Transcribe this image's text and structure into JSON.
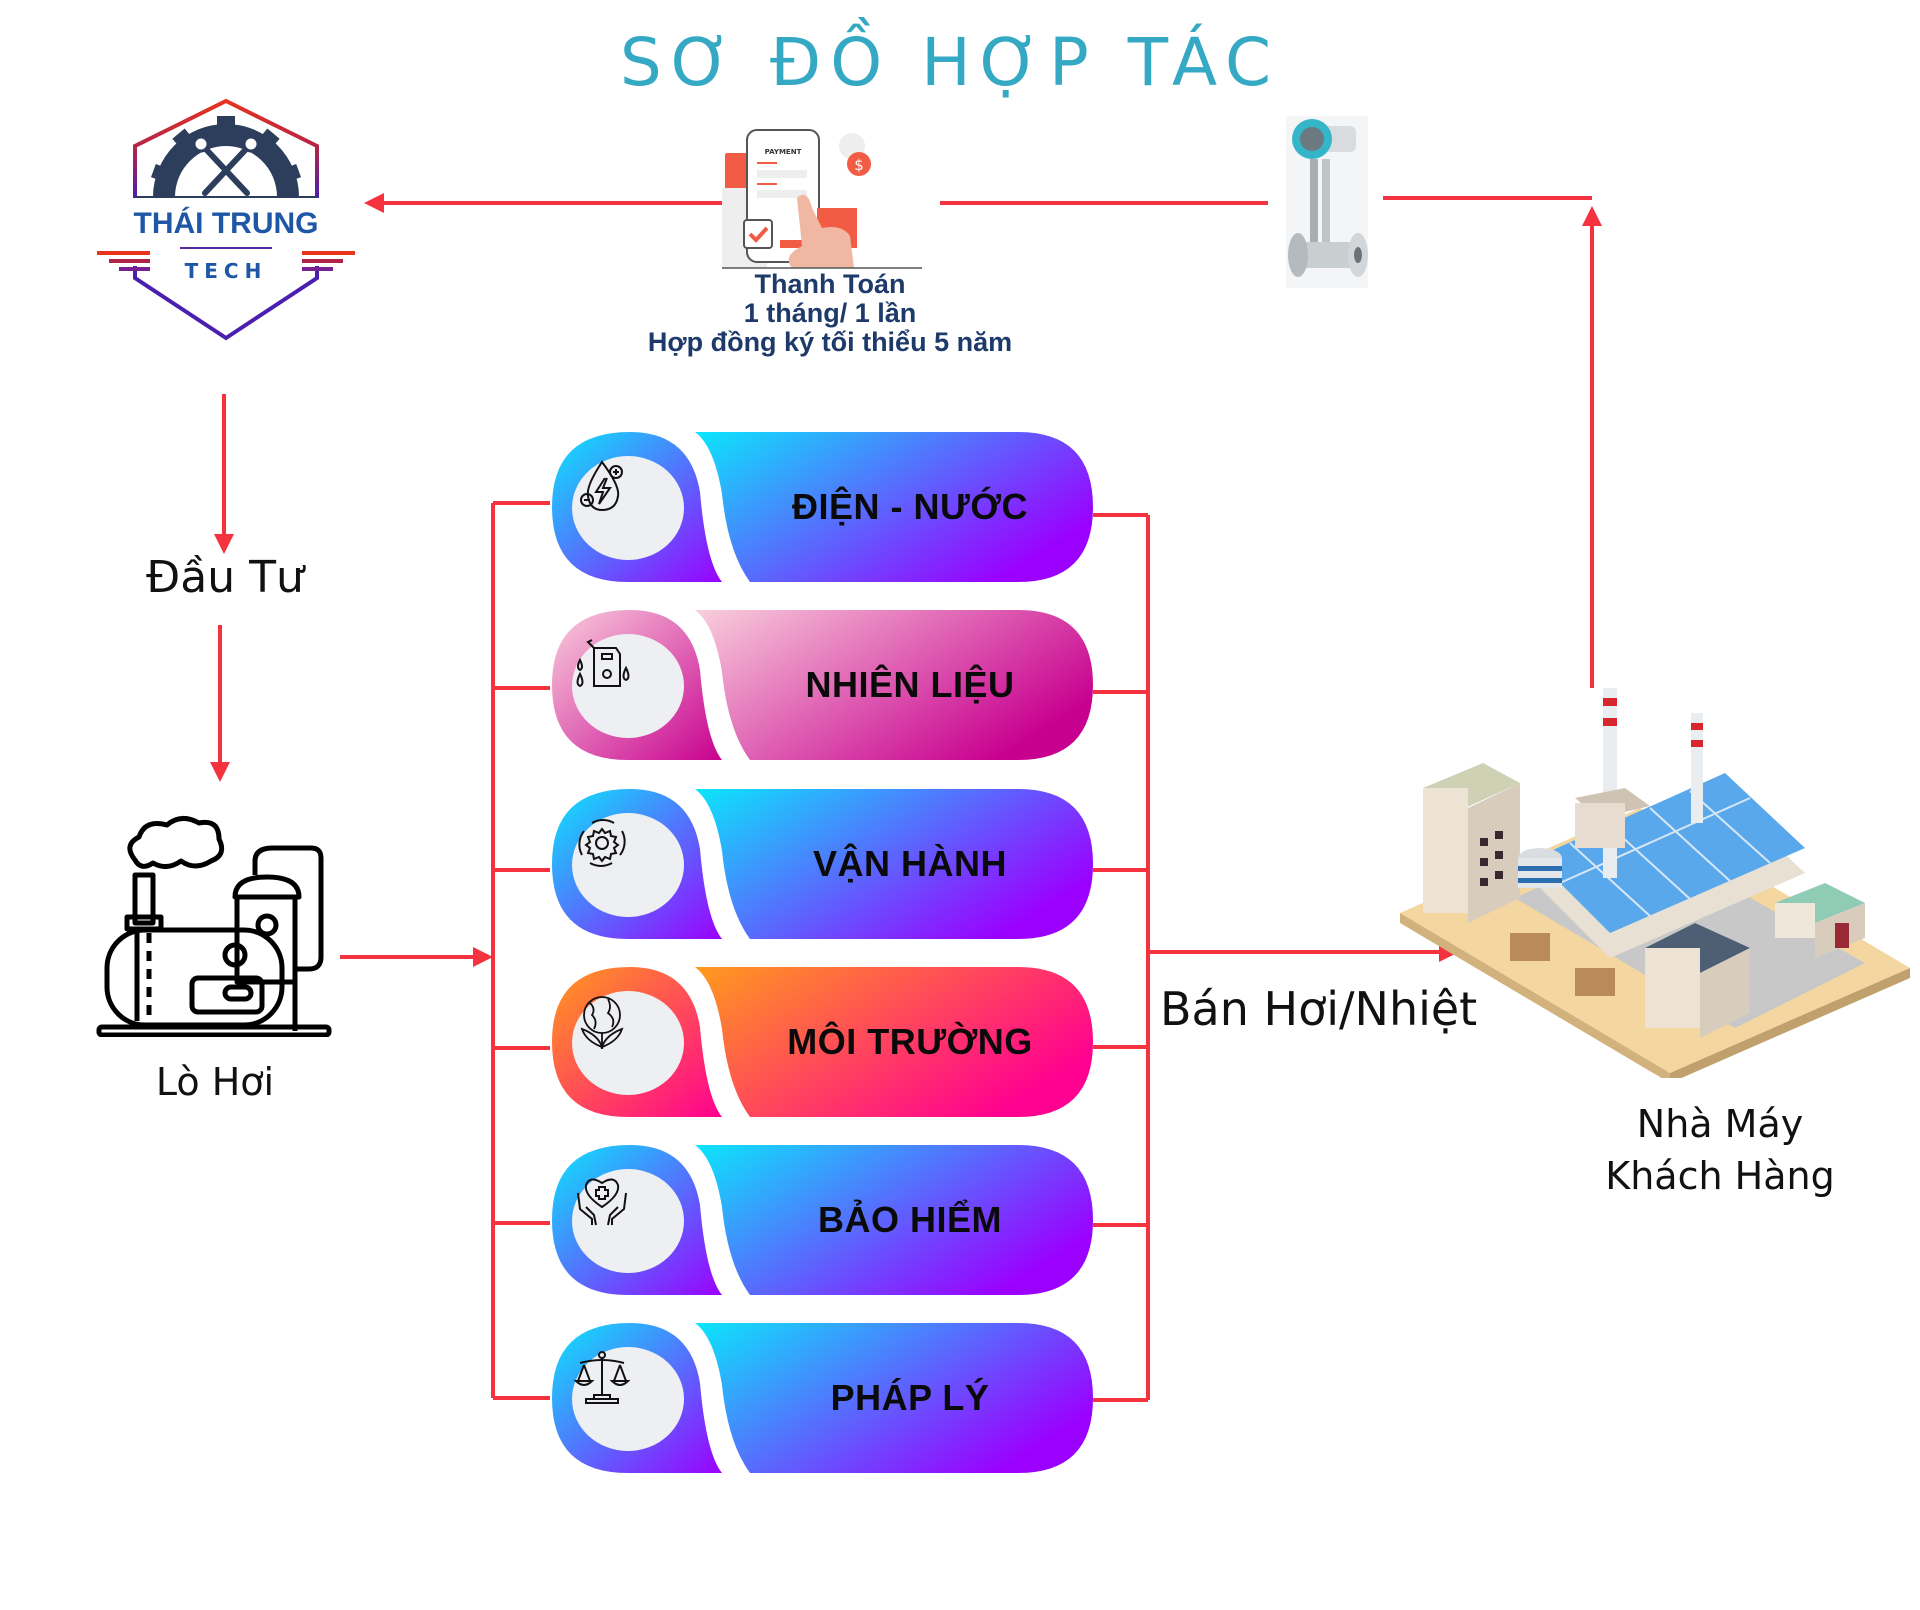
{
  "title": "SƠ ĐỒ HỢP TÁC",
  "logo": {
    "line1": "THÁI TRUNG",
    "line2": "TECH",
    "icon": "gear-wrench-logo-icon"
  },
  "payment": {
    "icon": "mobile-payment-icon",
    "phone_label": "PAYMENT",
    "lines": [
      "Thanh Toán",
      "1 tháng/ 1 lần",
      "Hợp đồng ký tối thiểu 5 năm"
    ]
  },
  "flow_meter": {
    "icon": "vortex-flow-meter-icon"
  },
  "investment_label": "Đầu Tư",
  "boiler": {
    "label": "Lò Hơi",
    "icon": "boiler-icon"
  },
  "services": [
    {
      "label": "ĐIỆN - NƯỚC",
      "icon": "water-electricity-icon",
      "gradient": [
        "#0be6fb",
        "#9b00ff"
      ]
    },
    {
      "label": "NHIÊN LIỆU",
      "icon": "fuel-can-icon",
      "gradient": [
        "#f9cfdc",
        "#c8008f"
      ]
    },
    {
      "label": "VẬN HÀNH",
      "icon": "gear-cycle-icon",
      "gradient": [
        "#0be6fb",
        "#9b00ff"
      ]
    },
    {
      "label": "MÔI TRƯỜNG",
      "icon": "earth-leaf-icon",
      "gradient": [
        "#ff9a1e",
        "#ff0090"
      ]
    },
    {
      "label": "BẢO HIỂM",
      "icon": "heart-hands-icon",
      "gradient": [
        "#0be6fb",
        "#9b00ff"
      ]
    },
    {
      "label": "PHÁP LÝ",
      "icon": "scales-icon",
      "gradient": [
        "#0be6fb",
        "#9b00ff"
      ]
    }
  ],
  "sale_label": "Bán Hơi/Nhiệt",
  "factory": {
    "label_line1": "Nhà Máy",
    "label_line2": "Khách Hàng",
    "icon": "factory-icon"
  },
  "colors": {
    "title": "#35a9c4",
    "connector": "#f5333f",
    "payment_text": "#1d3a6a"
  }
}
